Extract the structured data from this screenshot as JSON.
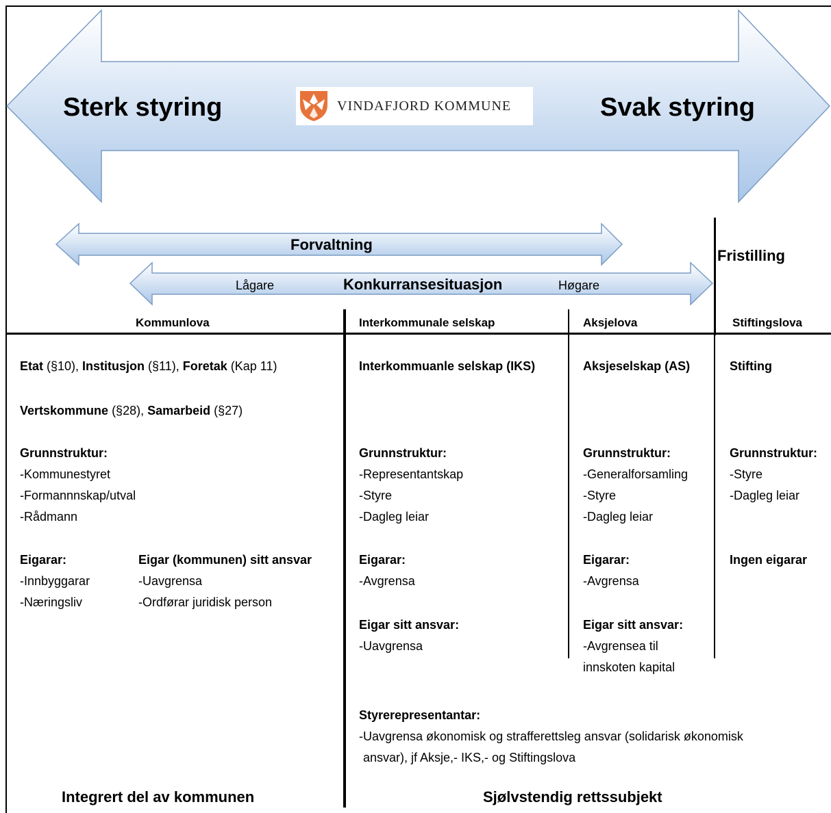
{
  "top": {
    "left_label": "Sterk styring",
    "right_label": "Svak styring"
  },
  "logo": {
    "name": "VINDAFJORD KOMMUNE",
    "colors": [
      "#e8733a",
      "#ffffff"
    ]
  },
  "forvaltning": {
    "label": "Forvaltning"
  },
  "konkurranse": {
    "label": "Konkurransesituasjon",
    "low": "Lågare",
    "high": "Høgare"
  },
  "fristilling": {
    "label": "Fristilling"
  },
  "headers": [
    "Kommunlova",
    "Interkommunale selskap",
    "Aksjelova",
    "Stiftingslova"
  ],
  "col1": {
    "row1": [
      {
        "text": "Etat",
        "bold": true
      },
      {
        "text": " (§10), ",
        "bold": false
      },
      {
        "text": "Institusjon",
        "bold": true
      },
      {
        "text": " (§11), ",
        "bold": false
      },
      {
        "text": "Foretak",
        "bold": true
      },
      {
        "text": " (Kap 11)",
        "bold": false
      }
    ],
    "row2": [
      {
        "text": "Vertskommune",
        "bold": true
      },
      {
        "text": " (§28), ",
        "bold": false
      },
      {
        "text": "Samarbeid",
        "bold": true
      },
      {
        "text": " (§27)",
        "bold": false
      }
    ],
    "grunn_title": "Grunnstruktur:",
    "grunn_items": [
      "-Kommunestyret",
      "-Formannnskap/utval",
      "-Rådmann"
    ],
    "eigarar_title": "Eigarar:",
    "eigarar_items": [
      "-Innbyggarar",
      "-Næringsliv"
    ],
    "ansvar_title": "Eigar (kommunen) sitt ansvar",
    "ansvar_items": [
      "-Uavgrensa",
      "-Ordførar juridisk person"
    ]
  },
  "col2": {
    "name": "Interkommuanle selskap (IKS)",
    "grunn_title": "Grunnstruktur:",
    "grunn_items": [
      "-Representantskap",
      "-Styre",
      "-Dagleg leiar"
    ],
    "eigarar_title": "Eigarar:",
    "eigarar_items": [
      "-Avgrensa"
    ],
    "ansvar_title": "Eigar sitt ansvar:",
    "ansvar_items": [
      "-Uavgrensa"
    ]
  },
  "col3": {
    "name": "Aksjeselskap (AS)",
    "grunn_title": "Grunnstruktur:",
    "grunn_items": [
      "-Generalforsamling",
      "-Styre",
      "-Dagleg leiar"
    ],
    "eigarar_title": "Eigarar:",
    "eigarar_items": [
      "-Avgrensa"
    ],
    "ansvar_title": "Eigar sitt ansvar:",
    "ansvar_items": [
      "-Avgrensea til",
      "innskoten kapital"
    ]
  },
  "col4": {
    "name": "Stifting",
    "grunn_title": "Grunnstruktur:",
    "grunn_items": [
      "-Styre",
      "-Dagleg leiar"
    ],
    "eigarar_title": "Ingen eigarar"
  },
  "styre": {
    "title": "Styrerepresentantar:",
    "line1": "-Uavgrensa økonomisk og strafferettsleg ansvar (solidarisk økonomisk",
    "line2": "ansvar), jf Aksje,- IKS,- og Stiftingslova"
  },
  "bottom": {
    "left": "Integrert del av kommunen",
    "right": "Sjølvstendig rettssubjekt"
  },
  "arrow_colors": {
    "fill_light": "#ffffff",
    "fill_dark": "#a9c6e8",
    "stroke": "#7a9cc4"
  }
}
